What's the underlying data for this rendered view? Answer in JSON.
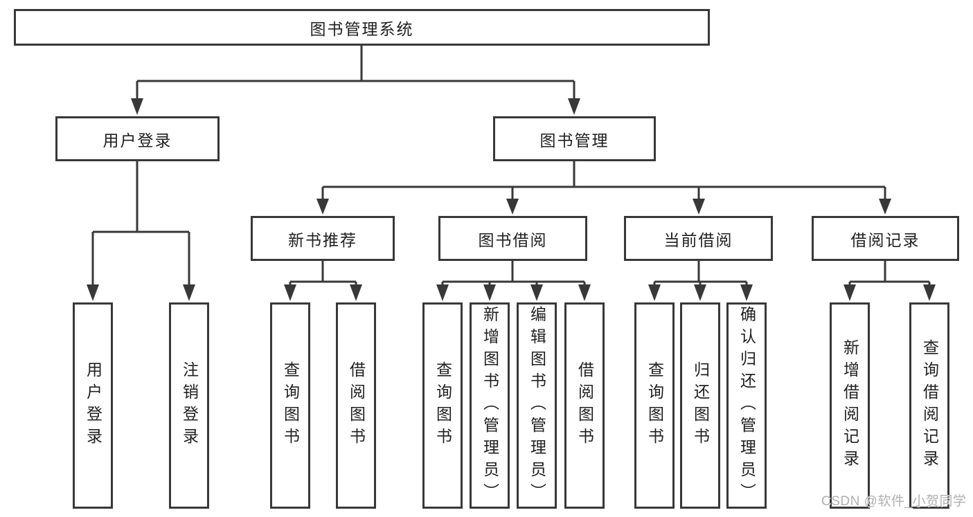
{
  "diagram": {
    "tree": {
      "label": "图书管理系统",
      "children": [
        {
          "label": "用户登录",
          "children": [
            {
              "label": "用户登录"
            },
            {
              "label": "注销登录"
            }
          ]
        },
        {
          "label": "图书管理",
          "children": [
            {
              "label": "新书推荐",
              "children": [
                {
                  "label": "查询图书"
                },
                {
                  "label": "借阅图书"
                }
              ]
            },
            {
              "label": "图书借阅",
              "children": [
                {
                  "label": "查询图书"
                },
                {
                  "label": "新增图书（管理员）"
                },
                {
                  "label": "编辑图书（管理员）"
                },
                {
                  "label": "借阅图书"
                }
              ]
            },
            {
              "label": "当前借阅",
              "children": [
                {
                  "label": "查询图书"
                },
                {
                  "label": "归还图书"
                },
                {
                  "label": "确认归还（管理员）"
                }
              ]
            },
            {
              "label": "借阅记录",
              "children": [
                {
                  "label": "新增借阅记录"
                },
                {
                  "label": "查询借阅记录"
                }
              ]
            }
          ]
        }
      ]
    },
    "watermark": {
      "text": "CSDN @软件_小贺同学"
    },
    "colors": {
      "line": "#383838",
      "text": "#1f1f1f",
      "box_background": "#ffffff",
      "watermark": "#b0b0b0"
    }
  }
}
